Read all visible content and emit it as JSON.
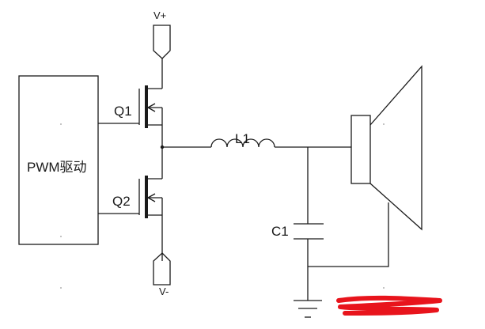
{
  "labels": {
    "vplus": "V+",
    "vminus": "V-",
    "q1": "Q1",
    "q2": "Q2",
    "pwm": "PWM驱动",
    "l1": "L1",
    "c1": "C1"
  },
  "colors": {
    "line": "#1a1a1a",
    "background": "#ffffff",
    "redaction": "#e8141c"
  }
}
